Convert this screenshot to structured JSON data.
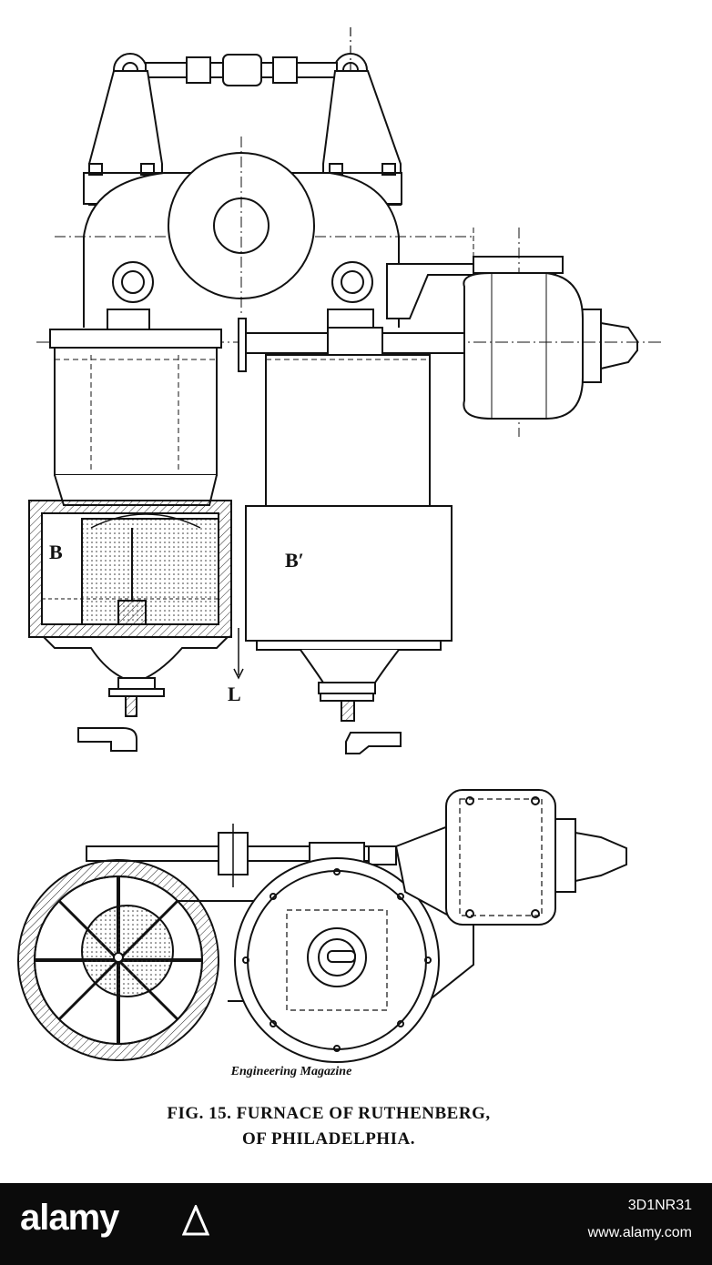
{
  "figure": {
    "labels": {
      "b": "B",
      "b_prime": "B′",
      "l": "L"
    },
    "credit": "Engineering Magazine",
    "caption_line1": "FIG. 15.   FURNACE OF RUTHENBERG,",
    "caption_line2": "OF PHILADELPHIA."
  },
  "footer": {
    "brand": "alamy",
    "image_id": "3D1NR31",
    "url": "www.alamy.com"
  },
  "colors": {
    "ink": "#111111",
    "paper": "#ffffff",
    "footer_bg": "#0b0b0b",
    "footer_text": "#ffffff"
  }
}
